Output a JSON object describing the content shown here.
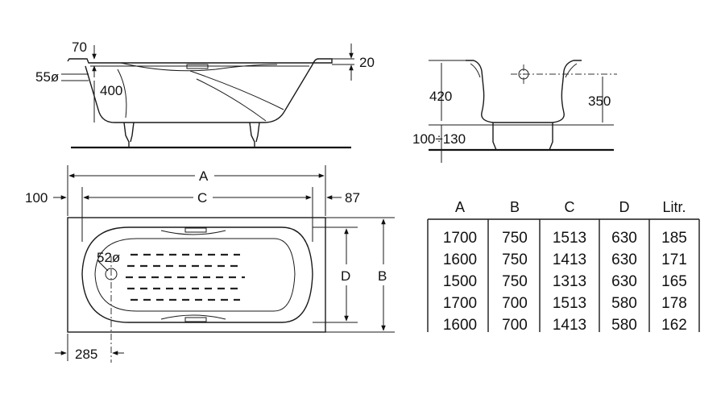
{
  "side_view": {
    "rim_height": "70",
    "drain_diameter": "55ø",
    "overflow_height": "400",
    "rim_thickness": "20"
  },
  "end_view": {
    "total_height": "420",
    "overflow_height": "350",
    "feet_range": "100÷130"
  },
  "plan_view": {
    "label_a": "A",
    "label_c": "C",
    "label_d": "D",
    "label_b": "B",
    "left_offset": "100",
    "right_offset": "87",
    "drain_diameter": "52ø",
    "drain_offset": "285"
  },
  "table": {
    "headers": [
      "A",
      "B",
      "C",
      "D",
      "Litr."
    ],
    "rows": [
      [
        "1700",
        "750",
        "1513",
        "630",
        "185"
      ],
      [
        "1600",
        "750",
        "1413",
        "630",
        "171"
      ],
      [
        "1500",
        "750",
        "1313",
        "630",
        "165"
      ],
      [
        "1700",
        "700",
        "1513",
        "580",
        "178"
      ],
      [
        "1600",
        "700",
        "1413",
        "580",
        "162"
      ]
    ]
  }
}
